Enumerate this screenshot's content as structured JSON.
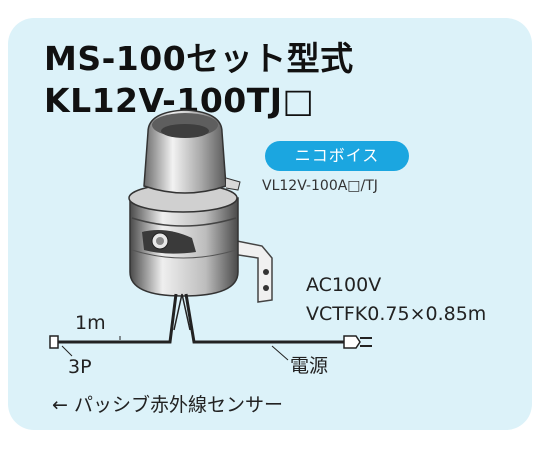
{
  "title": {
    "line1": "MS-100セット型式",
    "line2": "KL12V-100TJ□"
  },
  "voice_badge": "ニコボイス",
  "voice_model": "VL12V-100A□/TJ",
  "spec": {
    "power_supply": "AC100V",
    "cable": "VCTFK0.75×0.85m"
  },
  "cable_length": "1m",
  "connector": "3P",
  "power_label": "電源",
  "sensor_label": "← パッシブ赤外線センサー",
  "colors": {
    "card": "#dcf2f9",
    "badge": "#1ba6e0",
    "device_light": "#e6e6e6",
    "device_dark": "#4a4a4a"
  }
}
